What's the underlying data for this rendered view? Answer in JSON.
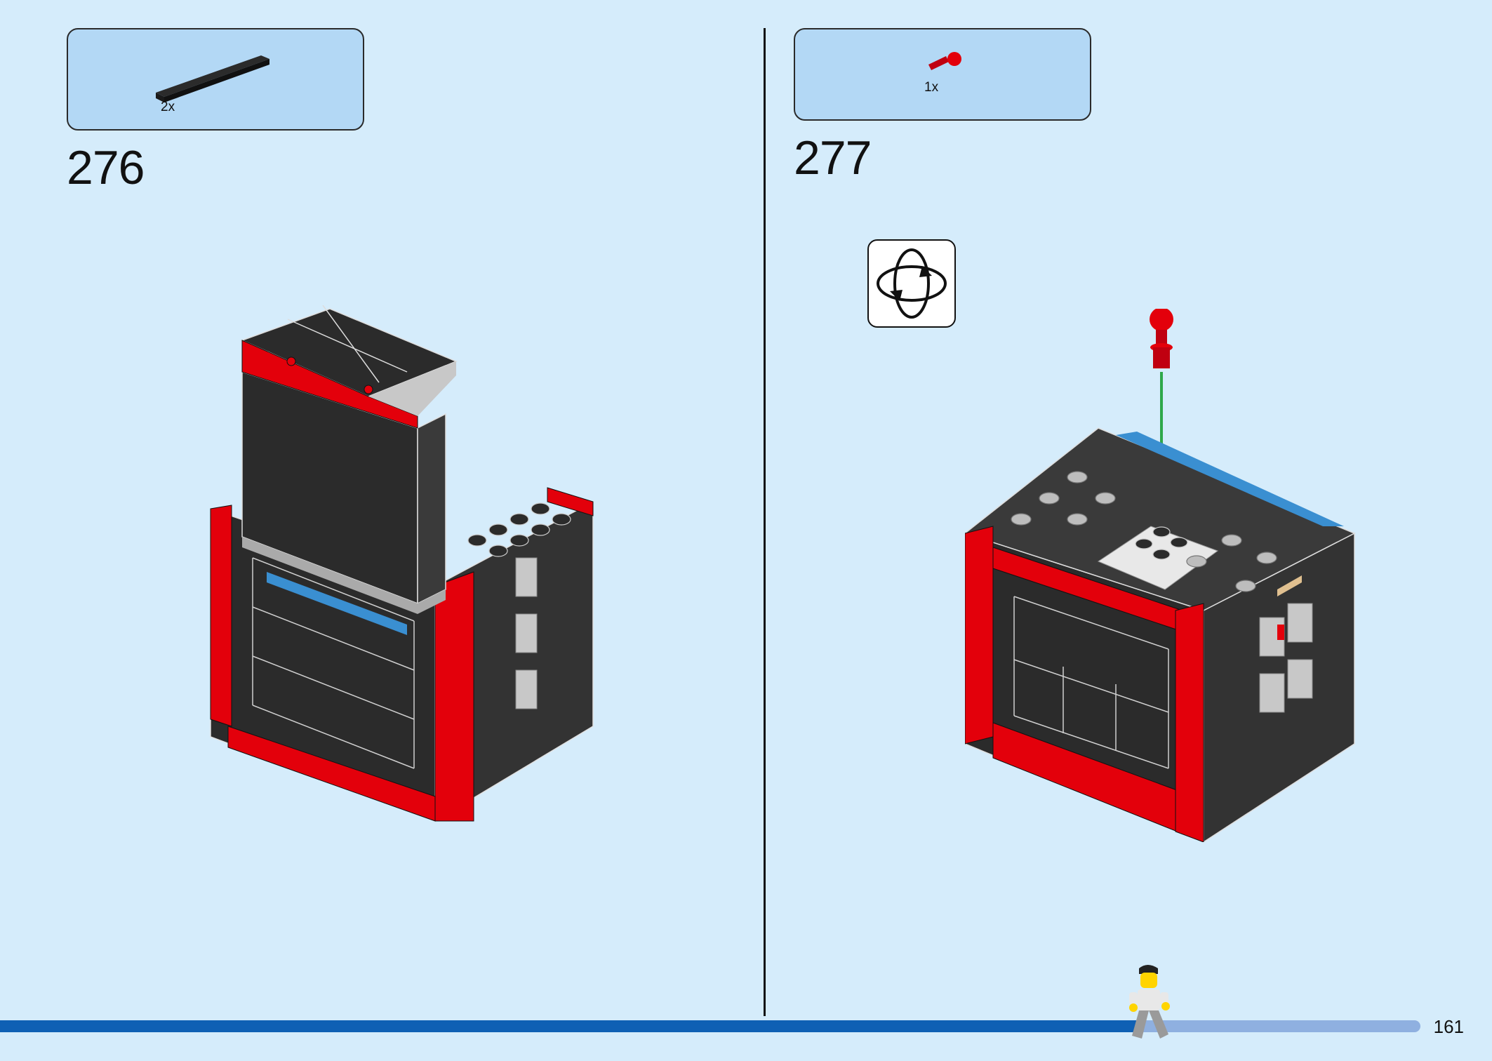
{
  "steps": [
    {
      "number": "276",
      "parts": [
        {
          "quantity": "2x",
          "part_icon": "black-tile-icon"
        }
      ]
    },
    {
      "number": "277",
      "parts": [
        {
          "quantity": "1x",
          "part_icon": "red-ball-pin-icon"
        }
      ],
      "callout_icon": "rotate-model-icon"
    }
  ],
  "footer": {
    "page_number": "161",
    "progress": 0.8,
    "runner_icon": "minifigure-runner-icon"
  },
  "colors": {
    "background": "#d5ecfb",
    "parts_box": "#b3d8f5",
    "progress_fill": "#0f60b4",
    "progress_track": "#8fb0e0",
    "brick_red": "#e3000b",
    "brick_black": "#2b2b2b",
    "brick_grey": "#c8c8c8",
    "brick_blue": "#3a8fd1",
    "guide_line": "#2ea84a"
  }
}
